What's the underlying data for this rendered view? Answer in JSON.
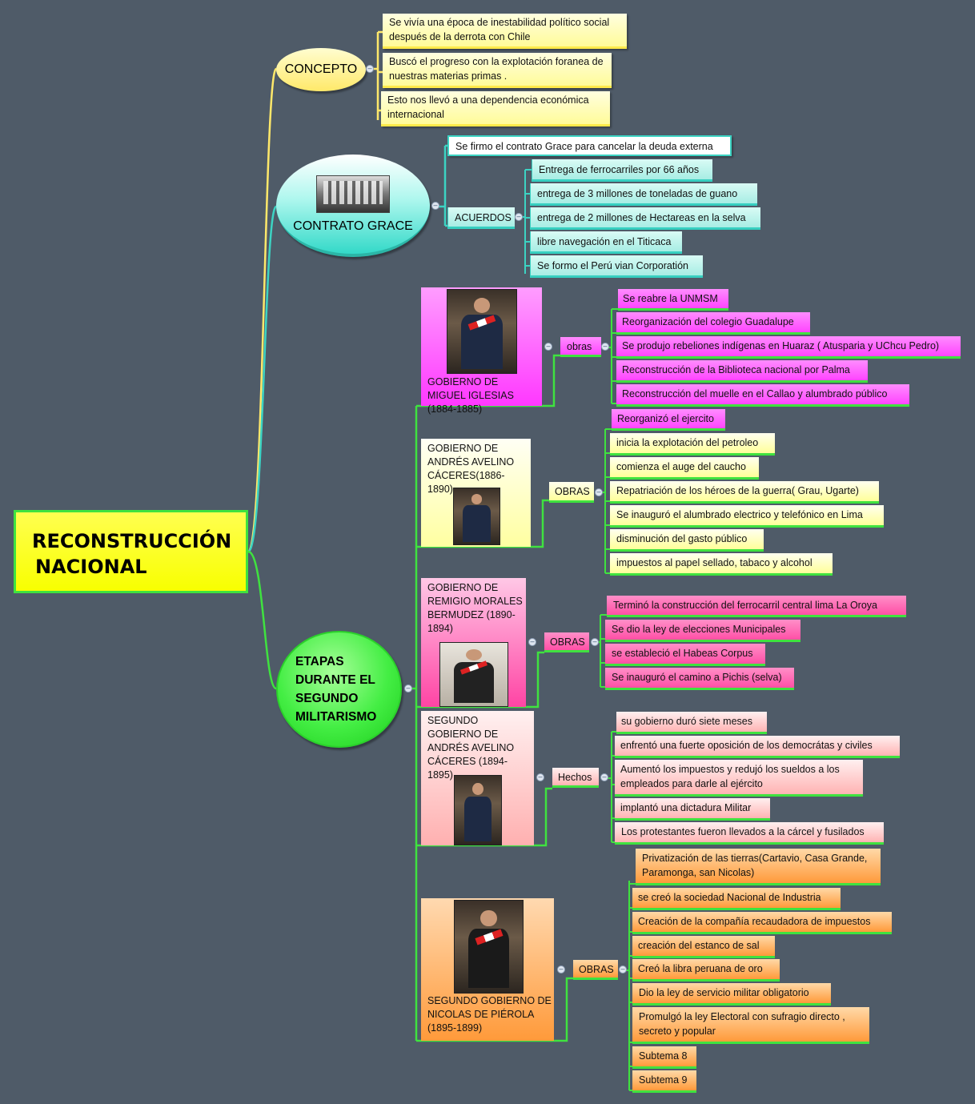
{
  "root": {
    "line1": "RECONSTRUCCIÓN",
    "line2": "NACIONAL"
  },
  "concepto": {
    "label": "CONCEPTO",
    "items": [
      "Se vivía una época de inestabilidad político social después de la derrota con Chile",
      " Buscó el progreso con la explotación foranea de nuestras materias primas .",
      "Esto  nos llevó a una dependencia económica internacional"
    ]
  },
  "contrato": {
    "label": "CONTRATO GRACE",
    "first": "Se firmo el contrato Grace para cancelar la deuda externa",
    "acuerdos_label": "ACUERDOS",
    "acuerdos": [
      "Entrega de ferrocarriles por 66 años",
      "entrega de 3 millones de toneladas de guano",
      "entrega de 2 millones de Hectareas en la selva",
      "libre navegación en el Titicaca",
      "Se formo el Perú vian Corporatión"
    ]
  },
  "etapas": {
    "label_lines": [
      "ETAPAS",
      "DURANTE EL",
      "SEGUNDO",
      "MILITARISMO"
    ],
    "iglesias": {
      "title": "GOBIERNO DE MIGUEL IGLESIAS (1884-1885)",
      "hub": "obras",
      "items": [
        " Se reabre la UNMSM",
        "Reorganización del colegio Guadalupe",
        "Se produjo rebeliones indígenas en Huaraz ( Atusparia y UChcu Pedro)",
        "Reconstrucción de la Biblioteca nacional por Palma",
        "Reconstrucción del muelle en el Callao y alumbrado público"
      ]
    },
    "caceres1": {
      "title": "GOBIERNO DE ANDRÉS AVELINO CÁCERES(1886-1890)",
      "hub": "OBRAS",
      "items": [
        "Reorganizó el ejercito",
        "inicia la explotación del petroleo",
        "comienza el auge del caucho",
        " Repatriación de los héroes de la guerra( Grau, Ugarte)",
        "Se inauguró el alumbrado electrico y telefónico en Lima",
        "disminución del gasto público",
        " impuestos al papel sellado, tabaco y alcohol"
      ]
    },
    "morales": {
      "title": "GOBIERNO DE REMIGIO MORALES BERMUDEZ (1890-1894)",
      "hub": "OBRAS",
      "items": [
        "Terminó la construcción del ferrocarril central  lima  La Oroya",
        "Se dio la ley de elecciones Municipales",
        "se estableció el Habeas Corpus",
        "Se inauguró el camino a Pichis (selva)"
      ]
    },
    "caceres2": {
      "title": "SEGUNDO GOBIERNO DE ANDRÉS AVELINO CÁCERES (1894-1895)",
      "hub": "Hechos",
      "items": [
        " su gobierno duró siete meses",
        " enfrentó una fuerte oposición de los democrátas y  civiles",
        " Aumentó los impuestos y redujó los sueldos a los empleados para darle al ejército",
        " implantó una dictadura Militar",
        "Los protestantes fueron llevados a la cárcel y fusilados"
      ]
    },
    "pierola": {
      "title": "SEGUNDO GOBIERNO DE NICOLAS DE PIÉROLA (1895-1899)",
      "hub": "OBRAS",
      "items": [
        " Privatización de las tierras(Cartavio, Casa Grande, Paramonga, san Nicolas)",
        " se creó la sociedad Nacional de Industria",
        "Creación de la compañía recaudadora de impuestos",
        " creación del estanco de sal",
        " Creó la libra peruana de oro",
        "Dio la ley de servicio militar obligatorio",
        " Promulgó la ley Electoral con sufragio directo , secreto y popular",
        "Subtema 8",
        "Subtema 9"
      ]
    }
  },
  "colors": {
    "background": "#4f5b68",
    "connector_green": "#3fe23f",
    "connector_yellow": "#ffe86a",
    "connector_teal": "#3cd3c3"
  }
}
